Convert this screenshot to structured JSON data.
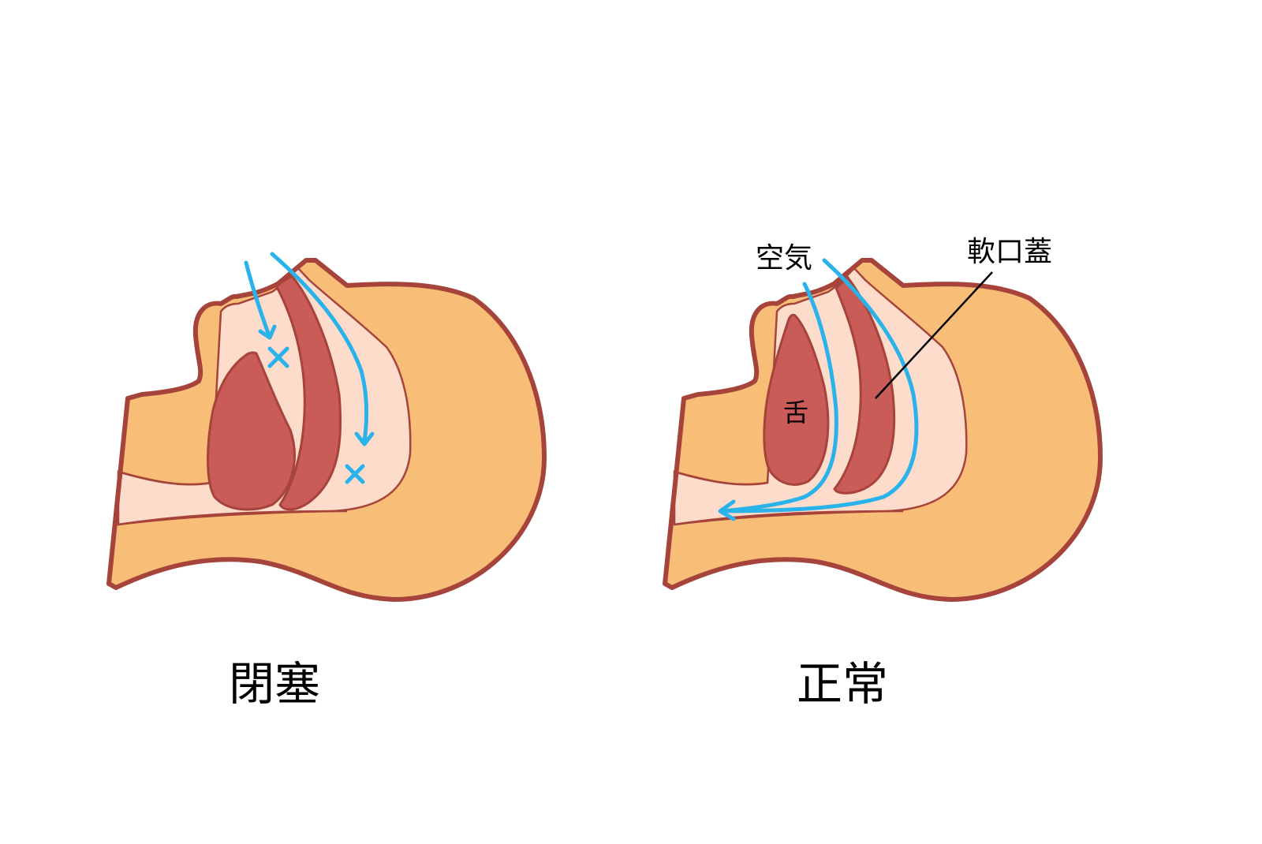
{
  "colors": {
    "skin": "#f8be78",
    "outline": "#a6433a",
    "airway": "#fddccb",
    "tissue": "#c95c58",
    "airflow": "#29b3ea",
    "leader_line": "#000000"
  },
  "panels": [
    {
      "id": "obstructed",
      "caption": "閉塞"
    },
    {
      "id": "normal",
      "caption": "正常"
    }
  ],
  "labels": {
    "air": "空気",
    "soft_palate": "軟口蓋",
    "tongue": "舌"
  }
}
